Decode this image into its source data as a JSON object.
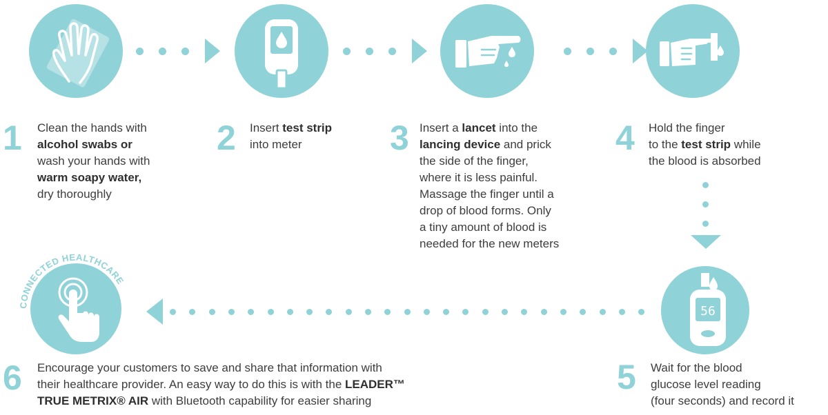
{
  "colors": {
    "accent": "#8fd2d8",
    "text": "#3d3d3d",
    "icon": "#ffffff"
  },
  "badge": {
    "text": "CONNECTED HEALTHCARE"
  },
  "icons": [
    "wipe-hand-icon",
    "glucose-meter-icon",
    "lancing-hand-icon",
    "finger-test-strip-icon",
    "meter-reading-icon",
    "touch-hand-icon"
  ],
  "meter_display": "56",
  "steps": [
    {
      "number": "1",
      "lines": [
        [
          {
            "t": "Clean the hands with",
            "b": false
          }
        ],
        [
          {
            "t": "alcohol swabs or",
            "b": true
          }
        ],
        [
          {
            "t": "wash your hands with",
            "b": false
          }
        ],
        [
          {
            "t": "warm soapy water,",
            "b": true
          }
        ],
        [
          {
            "t": "dry thoroughly",
            "b": false
          }
        ]
      ]
    },
    {
      "number": "2",
      "lines": [
        [
          {
            "t": "Insert ",
            "b": false
          },
          {
            "t": "test strip",
            "b": true
          }
        ],
        [
          {
            "t": "into meter",
            "b": false
          }
        ]
      ]
    },
    {
      "number": "3",
      "lines": [
        [
          {
            "t": "Insert a ",
            "b": false
          },
          {
            "t": "lancet",
            "b": true
          },
          {
            "t": " into the",
            "b": false
          }
        ],
        [
          {
            "t": "lancing device",
            "b": true
          },
          {
            "t": " and prick",
            "b": false
          }
        ],
        [
          {
            "t": "the side of the finger,",
            "b": false
          }
        ],
        [
          {
            "t": "where it is less painful.",
            "b": false
          }
        ],
        [
          {
            "t": "Massage the finger until a",
            "b": false
          }
        ],
        [
          {
            "t": "drop of blood forms. Only",
            "b": false
          }
        ],
        [
          {
            "t": "a tiny amount of blood is",
            "b": false
          }
        ],
        [
          {
            "t": "needed for the new meters",
            "b": false
          }
        ]
      ]
    },
    {
      "number": "4",
      "lines": [
        [
          {
            "t": "Hold the finger",
            "b": false
          }
        ],
        [
          {
            "t": "to the ",
            "b": false
          },
          {
            "t": "test strip",
            "b": true
          },
          {
            "t": " while",
            "b": false
          }
        ],
        [
          {
            "t": "the blood is absorbed",
            "b": false
          }
        ]
      ]
    },
    {
      "number": "5",
      "lines": [
        [
          {
            "t": "Wait for the blood",
            "b": false
          }
        ],
        [
          {
            "t": "glucose level reading",
            "b": false
          }
        ],
        [
          {
            "t": "(four seconds) and record it",
            "b": false
          }
        ]
      ]
    },
    {
      "number": "6",
      "lines": [
        [
          {
            "t": "Encourage your customers to save and share that information with",
            "b": false
          }
        ],
        [
          {
            "t": "their healthcare provider. An easy way to do this is with the ",
            "b": false
          },
          {
            "t": "LEADER™",
            "b": true
          }
        ],
        [
          {
            "t": "TRUE METRIX® AIR",
            "b": true
          },
          {
            "t": " with Bluetooth capability for easier sharing",
            "b": false
          }
        ]
      ]
    }
  ]
}
